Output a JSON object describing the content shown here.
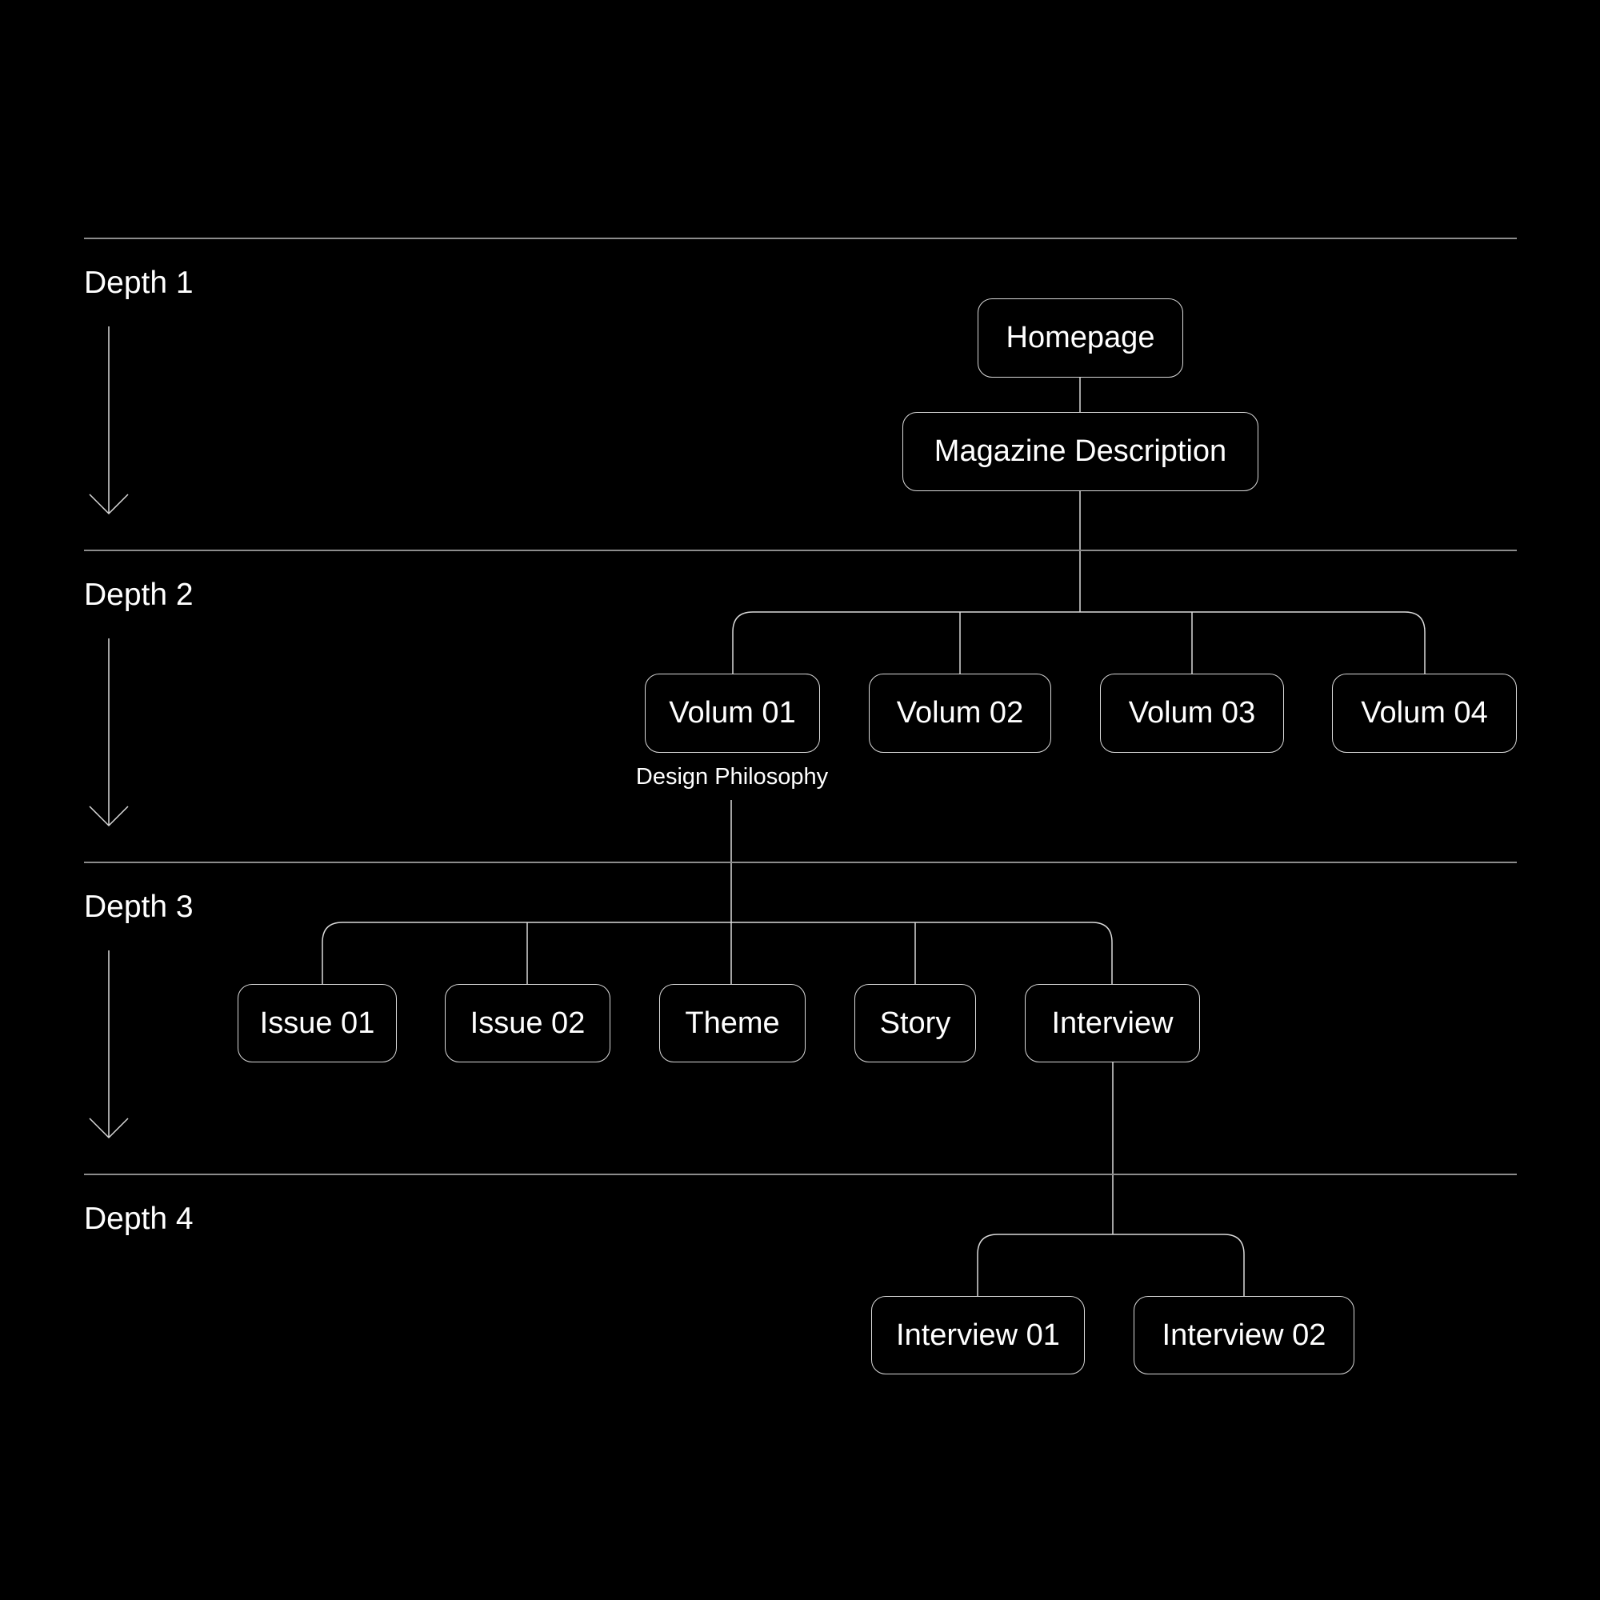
{
  "depths": {
    "depth_1": "Depth 1",
    "depth_2": "Depth 2",
    "depth_3": "Depth 3",
    "depth_4": "Depth 4"
  },
  "nodes": {
    "homepage": "Homepage",
    "magazine_description": "Magazine Description",
    "volum_01": "Volum 01",
    "volum_01_caption": "Design Philosophy",
    "volum_02": "Volum 02",
    "volum_03": "Volum 03",
    "volum_04": "Volum 04",
    "issue_01": "Issue 01",
    "issue_02": "Issue 02",
    "theme": "Theme",
    "story": "Story",
    "interview": "Interview",
    "interview_01": "Interview 01",
    "interview_02": "Interview 02"
  },
  "colors": {
    "background": "#000000",
    "line": "#d9d9d9",
    "divider": "#8c8c8c",
    "text": "#ffffff"
  }
}
